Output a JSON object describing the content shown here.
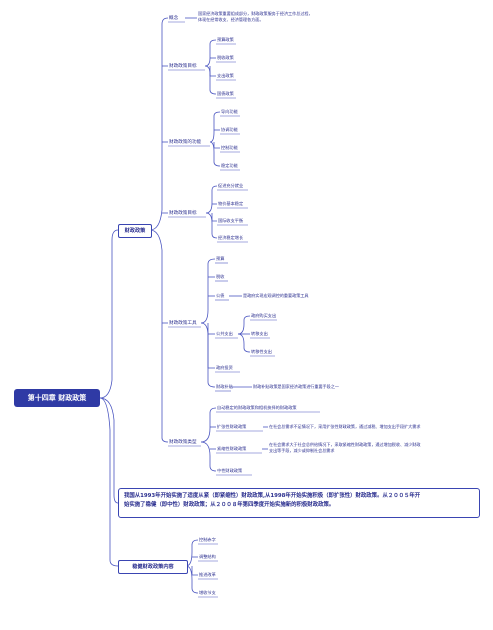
{
  "root": "第十四章 财政政策",
  "branch1": {
    "label": "财政政策",
    "concept": {
      "label": "概念",
      "text": [
        "国家经济政策重要组成部分，财政政策服务于经济工作总过程，",
        "体现在经常收支、经济管理各方面。"
      ]
    },
    "goals": {
      "label": "财政政策目标",
      "items": [
        "预算政策",
        "税收政策",
        "支出政策",
        "国债政策"
      ]
    },
    "functions": {
      "label": "财政政策的功能",
      "items": [
        "导向功能",
        "协调功能",
        "控制功能",
        "稳定功能"
      ]
    },
    "objectives": {
      "label": "财政政策目标",
      "items": [
        "促进充分就业",
        "物价基本稳定",
        "国际收支平衡",
        "经济稳定增长"
      ]
    },
    "tools": {
      "label": "财政政策工具",
      "items": [
        "预算",
        "税收",
        "公债",
        "公共支出",
        "政府投资",
        "财政补贴"
      ],
      "bond_note": "是政府实现宏观调控的重要政策工具",
      "public_spending": [
        "政府购买支出",
        "转移支出",
        "转移性支出"
      ],
      "subsidy_note": "财政补贴政策是国家经济政策进行重要手段之一"
    },
    "types": {
      "label": "财政政策类型",
      "items": [
        "自动稳定的财政政策和相机抉择的财政政策",
        "扩张性财政政策",
        "紧缩性财政政策",
        "中性财政政策"
      ],
      "expansion_note": "在社会总需求不足情况下，采用扩张性财政政策，通过减税、增加支出手段扩大需求",
      "contraction_note": [
        "在社会需求大于社会总供给情况下，采取紧缩性财政政策，通过增加税收、减少财政",
        "支出等手段，减少或抑制社会总需求"
      ]
    }
  },
  "summary": [
    "我国从1993年开始实施了适度从紧（即紧缩性）财政政策,从1998年开始实施积极（即扩张性）财政政策。从２００５年开",
    "始实施了稳健（即中性）财政政策；从２００８年第四季度开始实施新的积极财政政策。"
  ],
  "branch3": {
    "label": "稳健财政政策内容",
    "items": [
      "控制赤字",
      "调整结构",
      "推进改革",
      "增收节支"
    ]
  },
  "colors": {
    "accent": "#2f3aa5",
    "line": "#4a55c0",
    "text": "#2b2f8f"
  }
}
